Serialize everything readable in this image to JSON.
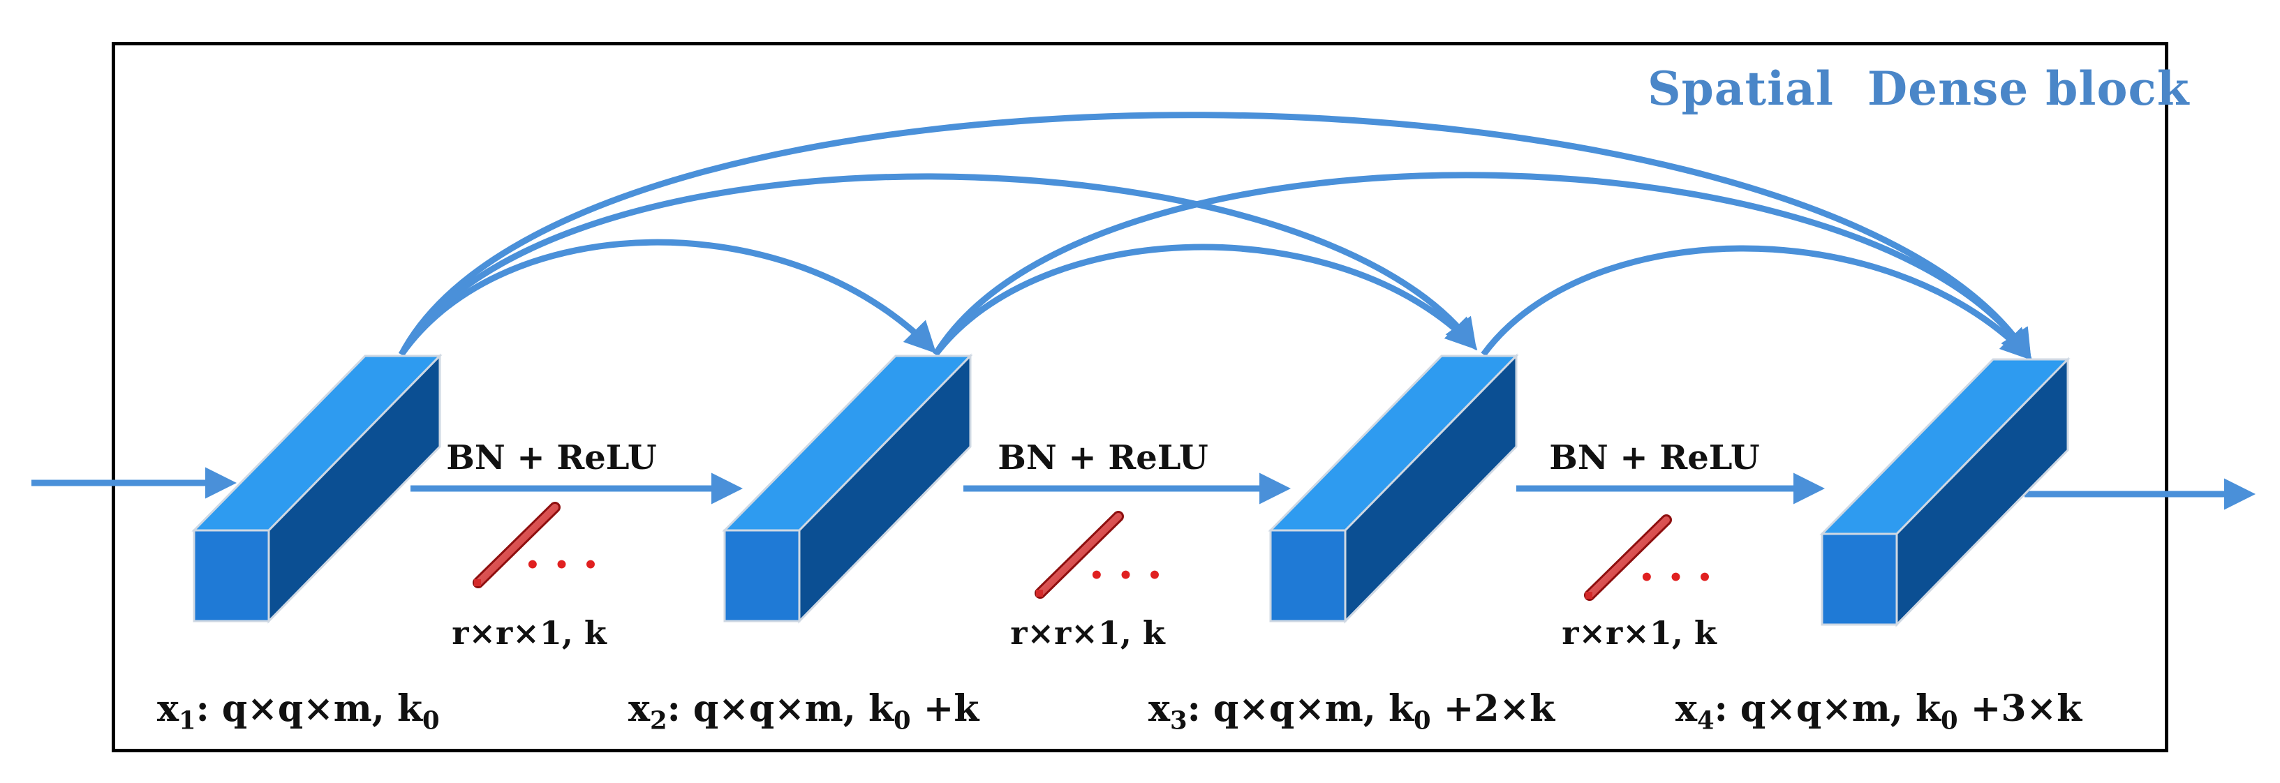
{
  "diagram": {
    "title": "Spatial  Dense block",
    "operations": [
      {
        "op_label": "BN + ReLU",
        "kernel_label": "r×r×1, k"
      },
      {
        "op_label": "BN + ReLU",
        "kernel_label": "r×r×1, k"
      },
      {
        "op_label": "BN + ReLU",
        "kernel_label": "r×r×1, k"
      }
    ],
    "feature_maps": [
      {
        "var": "x",
        "sub": "1",
        "dims": ": q×q×m, k",
        "ksub": "0",
        "suffix": ""
      },
      {
        "var": "x",
        "sub": "2",
        "dims": ": q×q×m, k",
        "ksub": "0",
        "suffix": " +k"
      },
      {
        "var": "x",
        "sub": "3",
        "dims": ": q×q×m, k",
        "ksub": "0",
        "suffix": " +2×k"
      },
      {
        "var": "x",
        "sub": "4",
        "dims": ": q×q×m, k",
        "ksub": "0",
        "suffix": " +3×k"
      }
    ],
    "ellipsis": "• • •",
    "colors": {
      "arrow": "#4a90d9",
      "block_front": "#1f7ad6",
      "block_top": "#2e9bf0",
      "block_side": "#0b4f93",
      "kernel": "#d42a2a",
      "title": "#4a86c8"
    }
  }
}
